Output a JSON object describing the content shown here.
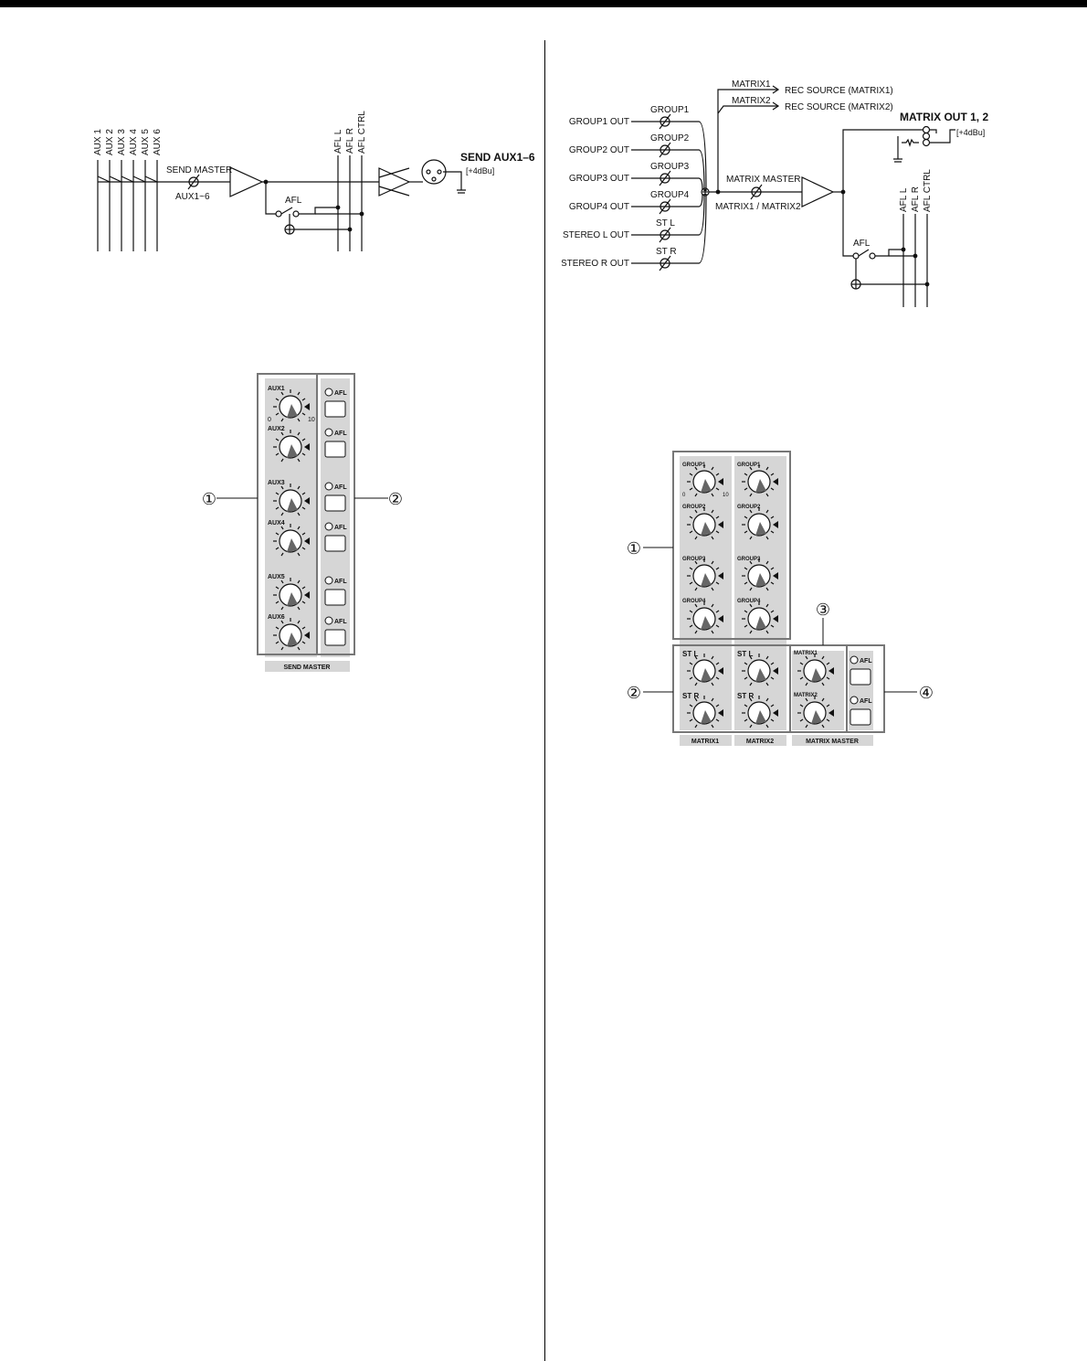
{
  "left_diagram": {
    "bus_labels": [
      "AUX 1",
      "AUX 2",
      "AUX 3",
      "AUX 4",
      "AUX 5",
      "AUX 6"
    ],
    "afl_bus_labels": [
      "AFL L",
      "AFL R",
      "AFL CTRL"
    ],
    "send_master_label": "SEND MASTER",
    "knob_label": "AUX1~6",
    "afl_label": "AFL",
    "output_title": "SEND AUX1–6",
    "output_level": "[+4dBu]"
  },
  "right_diagram": {
    "inputs": [
      "GROUP1 OUT",
      "GROUP2 OUT",
      "GROUP3 OUT",
      "GROUP4 OUT",
      "STEREO L OUT",
      "STEREO R OUT"
    ],
    "knobs": [
      "GROUP1",
      "GROUP2",
      "GROUP3",
      "GROUP4",
      "ST L",
      "ST R"
    ],
    "rec_sends": [
      "MATRIX1",
      "MATRIX2"
    ],
    "rec_targets": [
      "REC SOURCE (MATRIX1)",
      "REC SOURCE (MATRIX2)"
    ],
    "master_label": "MATRIX MASTER",
    "master_knob_label": "MATRIX1 / MATRIX2",
    "output_title": "MATRIX OUT 1, 2",
    "output_level": "[+4dBu]",
    "afl_label": "AFL",
    "afl_bus_labels": [
      "AFL L",
      "AFL R",
      "AFL CTRL"
    ]
  },
  "send_panel": {
    "knob_labels": [
      "AUX1",
      "AUX2",
      "AUX3",
      "AUX4",
      "AUX5",
      "AUX6"
    ],
    "afl_label": "AFL",
    "scale_min": "0",
    "scale_max": "10",
    "footer": "SEND MASTER",
    "callouts": [
      "①",
      "②"
    ]
  },
  "matrix_panel": {
    "group_labels": [
      "GROUP1",
      "GROUP2",
      "GROUP3",
      "GROUP4"
    ],
    "stereo_labels": [
      "ST  L",
      "ST  R"
    ],
    "master_labels": [
      "MATRIX1",
      "MATRIX2"
    ],
    "afl_label": "AFL",
    "scale_min": "0",
    "scale_max": "10",
    "footers": [
      "MATRIX1",
      "MATRIX2",
      "MATRIX MASTER"
    ],
    "callouts": [
      "①",
      "②",
      "③",
      "④"
    ]
  }
}
